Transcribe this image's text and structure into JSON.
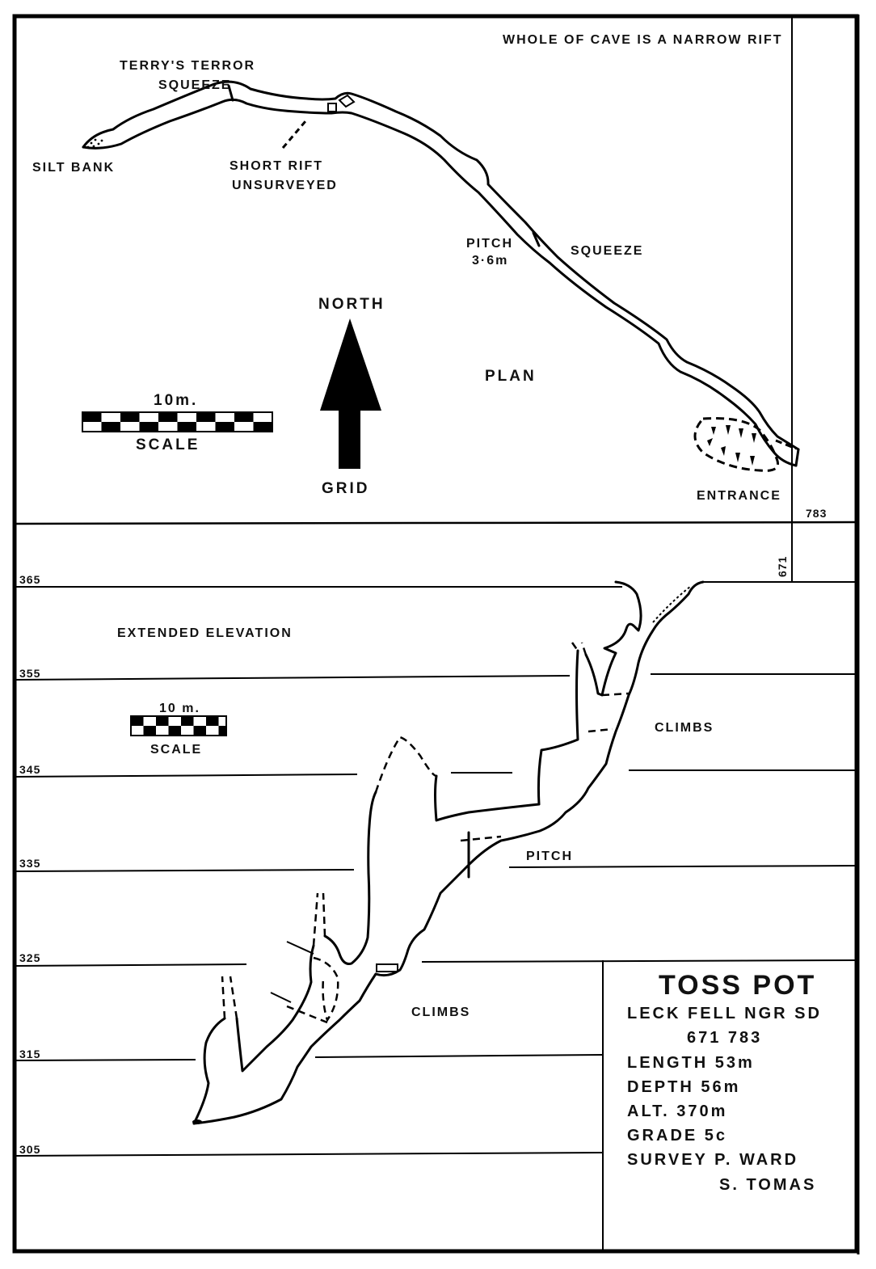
{
  "plan": {
    "note": "WHOLE OF CAVE IS A NARROW RIFT",
    "terrys_terror": "TERRY'S TERROR",
    "squeeze_label": "SQUEEZE",
    "silt_bank": "SILT BANK",
    "short_rift": "SHORT RIFT",
    "unsurveyed": "UNSURVEYED",
    "pitch": "PITCH",
    "pitch_depth": "3·6m",
    "squeeze2": "SQUEEZE",
    "north": "NORTH",
    "grid": "GRID",
    "plan_label": "PLAN",
    "scale_length": "10m.",
    "scale_label": "SCALE",
    "entrance": "ENTRANCE",
    "grid_ref_783": "783",
    "grid_ref_671": "671"
  },
  "elevation": {
    "title": "EXTENDED ELEVATION",
    "scale_length": "10 m.",
    "scale_label": "SCALE",
    "climbs_upper": "CLIMBS",
    "pitch": "PITCH",
    "climbs_lower": "CLIMBS",
    "levels": [
      "365",
      "355",
      "345",
      "335",
      "325",
      "315",
      "305"
    ]
  },
  "info": {
    "name": "TOSS POT",
    "location": "LECK FELL NGR SD",
    "ngr": "671 783",
    "length": "LENGTH 53m",
    "depth": "DEPTH 56m",
    "alt": "ALT. 370m",
    "grade": "GRADE 5c",
    "survey1": "SURVEY P. WARD",
    "survey2": "S. TOMAS"
  }
}
